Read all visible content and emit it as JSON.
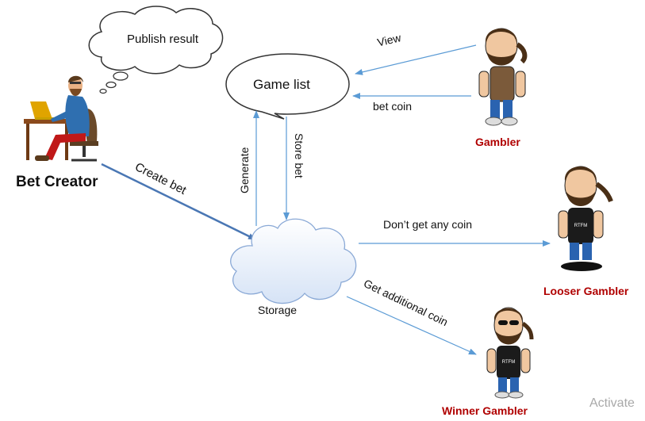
{
  "colors": {
    "arrow": "#5b9bd5",
    "create_arrow": "#4a77b4",
    "gambler_label": "#b00000",
    "cloud_fill": "#ffffff",
    "storage_fill": "#dfe9f8"
  },
  "bubbles": {
    "publish": "Publish result",
    "game_list": "Game list"
  },
  "actors": {
    "bet_creator": "Bet Creator",
    "gambler": "Gambler",
    "looser": "Looser Gambler",
    "winner": "Winner Gambler"
  },
  "storage": {
    "label": "Storage"
  },
  "edges": {
    "view": "View",
    "bet_coin": "bet coin",
    "generate": "Generate",
    "store_bet": "Store bet",
    "create_bet": "Create bet",
    "no_coin": "Don’t get any coin",
    "additional_coin": "Get additional coin"
  },
  "watermark": "Activate"
}
